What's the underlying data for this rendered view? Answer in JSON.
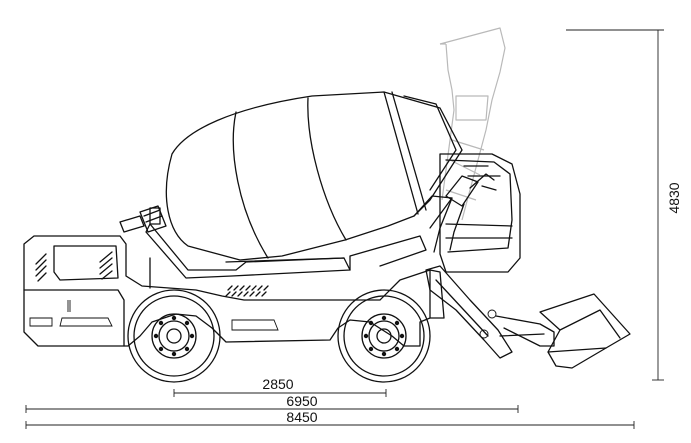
{
  "dimensions": {
    "wheelbase": "2850",
    "body_length": "6950",
    "overall_length": "8450",
    "overall_height": "4830"
  }
}
